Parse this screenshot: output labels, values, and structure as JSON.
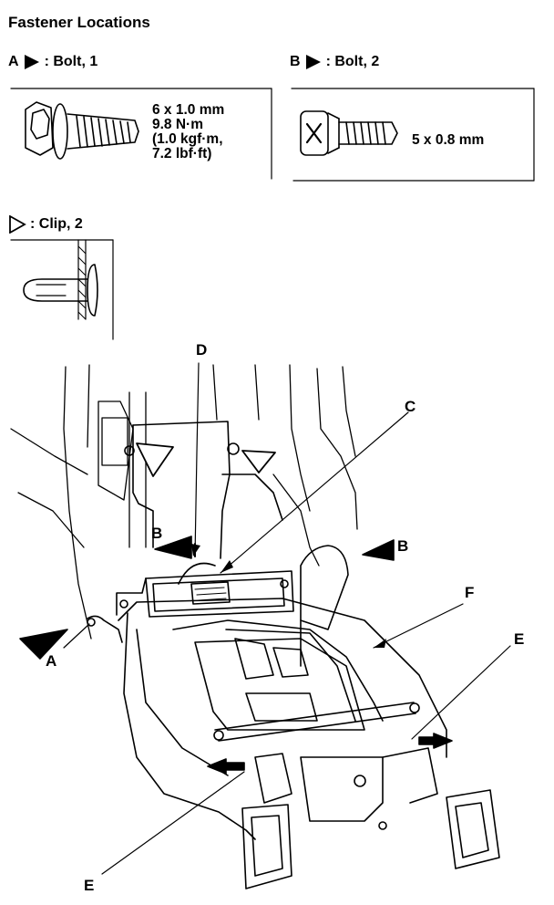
{
  "title": "Fastener Locations",
  "fasteners": [
    {
      "key": "A",
      "marker": "filled-triangle-icon",
      "label": ": Bolt, 1",
      "specs": [
        "6 x 1.0 mm",
        "9.8 N·m",
        "(1.0 kgf·m,",
        "7.2 lbf·ft)"
      ]
    },
    {
      "key": "B",
      "marker": "filled-triangle-icon",
      "label": ": Bolt, 2",
      "specs": [
        "5 x 0.8 mm"
      ]
    },
    {
      "key": "",
      "marker": "outline-triangle-icon",
      "label": ": Clip, 2",
      "specs": []
    }
  ],
  "callouts": {
    "A": "A",
    "B_left": "B",
    "B_right": "B",
    "C": "C",
    "D": "D",
    "E_right": "E",
    "E_bottom": "E",
    "F": "F"
  }
}
